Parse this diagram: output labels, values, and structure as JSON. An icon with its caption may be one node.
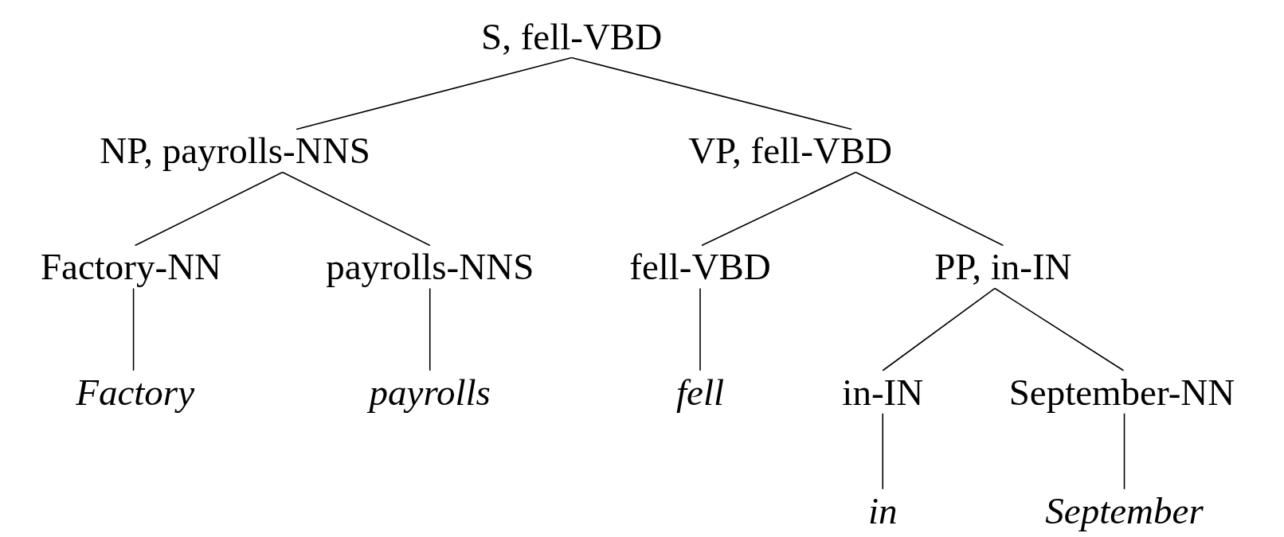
{
  "diagram": {
    "nodes": [
      {
        "text": [
          "S, fell-VBD"
        ]
      },
      {
        "text": [
          "NP, payrolls-NNS"
        ]
      },
      {
        "text": [
          "VP, fell-VBD"
        ]
      },
      {
        "text": [
          "Factory-NN"
        ]
      },
      {
        "text": [
          "payrolls-NNS"
        ]
      },
      {
        "text": [
          "fell-VBD"
        ]
      },
      {
        "text": [
          "PP, in-IN"
        ]
      },
      {
        "text": [
          "Factory"
        ]
      },
      {
        "text": [
          "payrolls"
        ]
      },
      {
        "text": [
          "fell"
        ]
      },
      {
        "text": [
          "in-IN"
        ]
      },
      {
        "text": [
          "September-NN"
        ]
      },
      {
        "text": [
          "in"
        ]
      },
      {
        "text": [
          "September"
        ]
      }
    ],
    "edges": [
      {
        "from": 0,
        "to": 1,
        "arrow": "none"
      },
      {
        "from": 0,
        "to": 2,
        "arrow": "none"
      },
      {
        "from": 1,
        "to": 3,
        "arrow": "none"
      },
      {
        "from": 1,
        "to": 4,
        "arrow": "none"
      },
      {
        "from": 2,
        "to": 5,
        "arrow": "none"
      },
      {
        "from": 2,
        "to": 6,
        "arrow": "none"
      },
      {
        "from": 3,
        "to": 7,
        "arrow": "none"
      },
      {
        "from": 4,
        "to": 8,
        "arrow": "none"
      },
      {
        "from": 5,
        "to": 9,
        "arrow": "none"
      },
      {
        "from": 6,
        "to": 10,
        "arrow": "none"
      },
      {
        "from": 6,
        "to": 11,
        "arrow": "none"
      },
      {
        "from": 10,
        "to": 12,
        "arrow": "none"
      },
      {
        "from": 11,
        "to": 13,
        "arrow": "none"
      }
    ]
  }
}
